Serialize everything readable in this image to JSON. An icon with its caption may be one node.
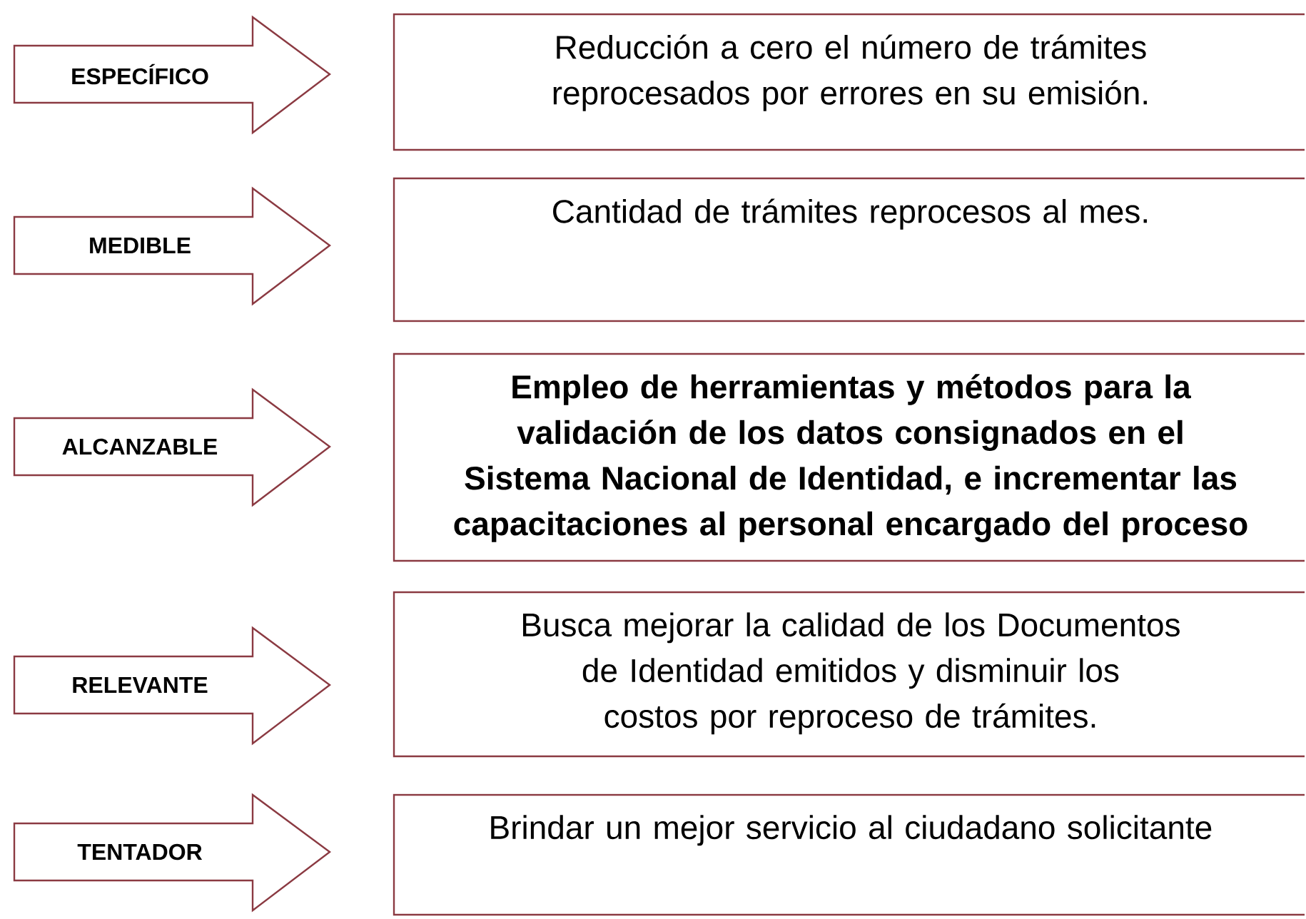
{
  "diagram": {
    "nodes": [
      {
        "text": [
          "ESPECÍFICO"
        ]
      },
      {
        "text": [
          "Reducción a cero el número de trámites reprocesados por errores en su emisión."
        ]
      },
      {
        "text": [
          "MEDIBLE"
        ]
      },
      {
        "text": [
          "Cantidad de trámites reprocesos al mes."
        ]
      },
      {
        "text": [
          "ALCANZABLE"
        ]
      },
      {
        "text": [
          "Empleo de herramientas y métodos para la validación de los datos consignados en el Sistema Nacional de Identidad, e incrementar las capacitaciones al personal encargado del proceso"
        ]
      },
      {
        "text": [
          "RELEVANTE"
        ]
      },
      {
        "text": [
          "Busca mejorar la calidad de los Documentos de Identidad emitidos y disminuir los costos por reproceso de trámites."
        ]
      },
      {
        "text": [
          "TENTADOR"
        ]
      },
      {
        "text": [
          "Brindar un mejor servicio al ciudadano solicitante"
        ]
      }
    ]
  }
}
